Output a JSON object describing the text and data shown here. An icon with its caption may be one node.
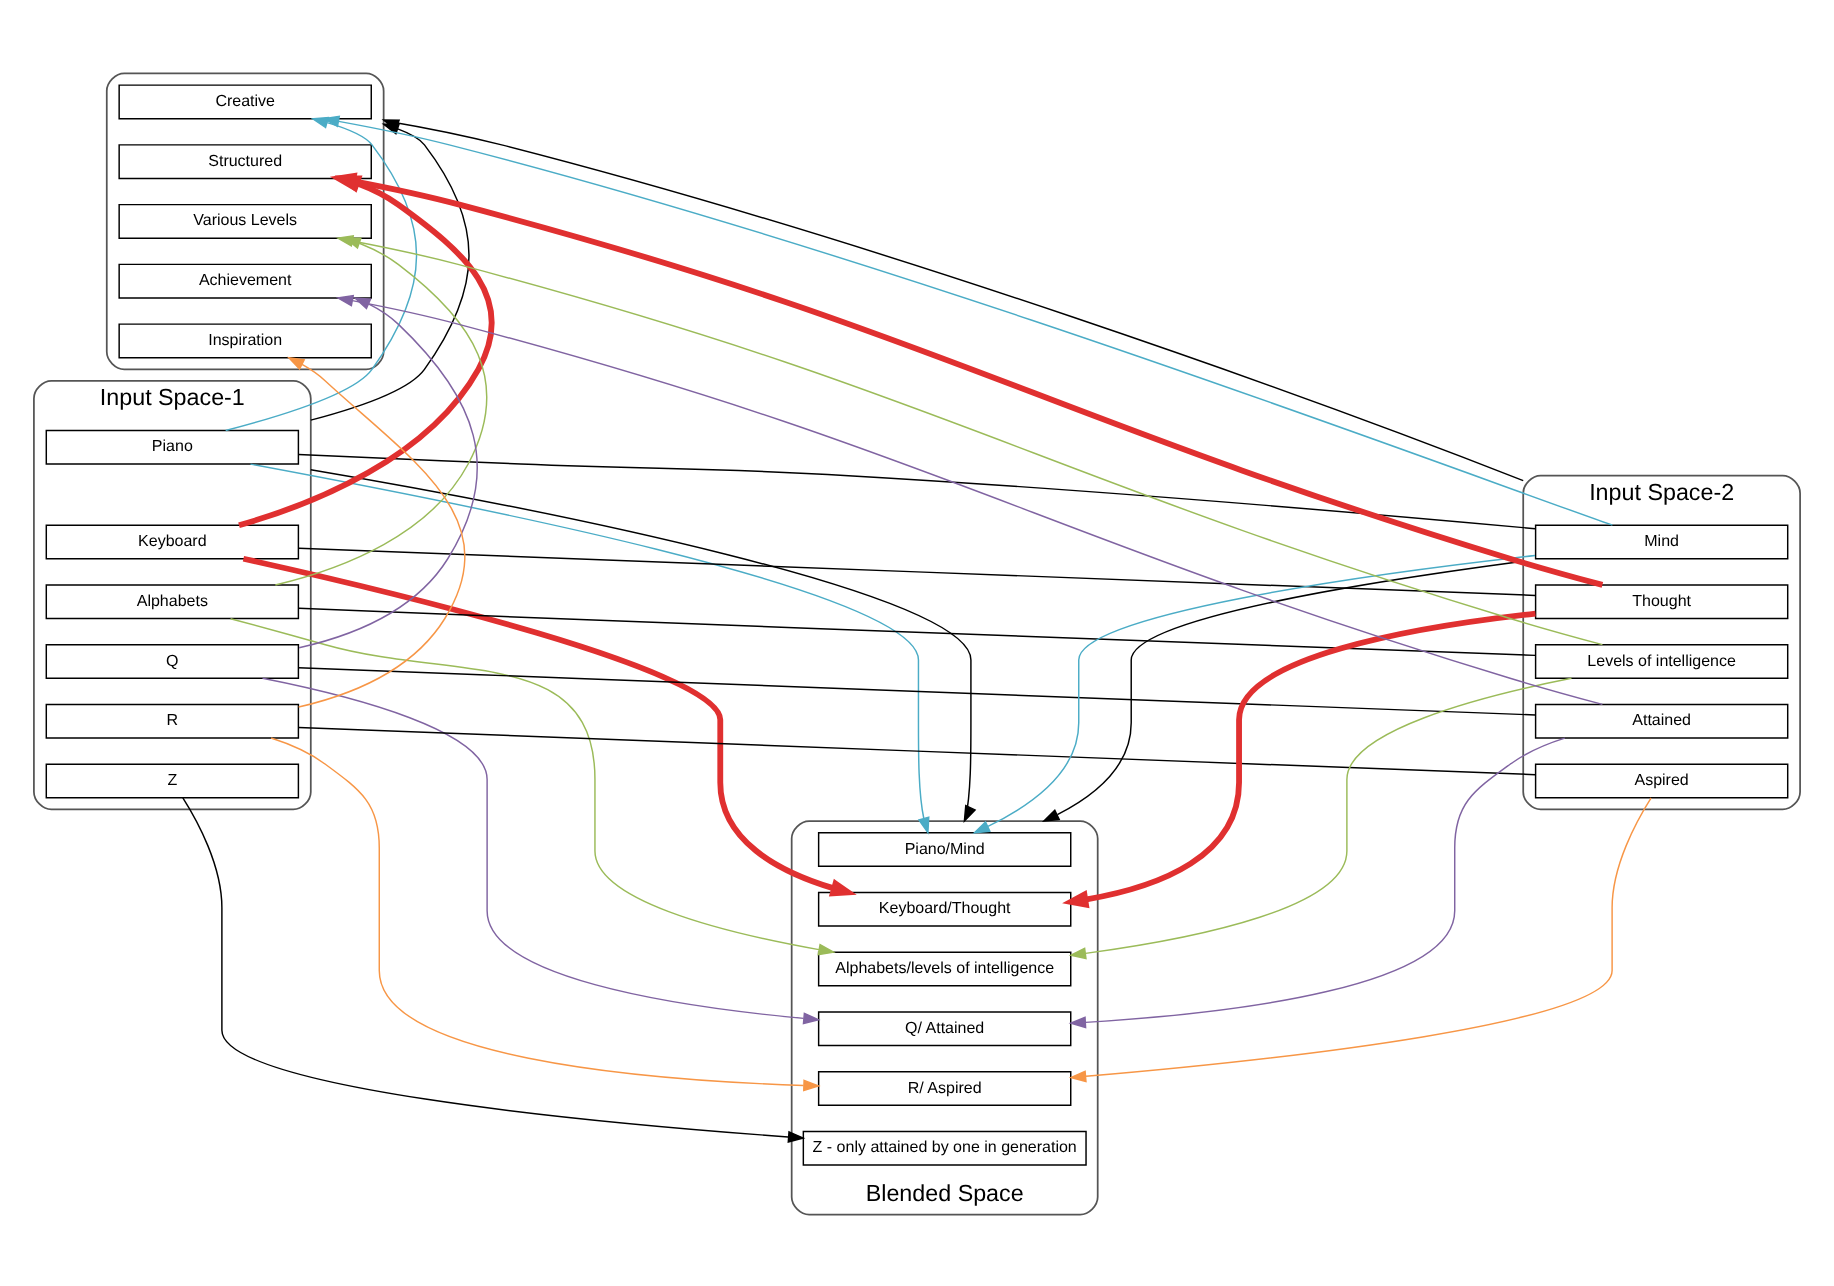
{
  "diagram": {
    "nodes": [
      {
        "text": [],
        "shape": "ellipse"
      },
      {
        "text": [
          "Creative"
        ],
        "in": 0
      },
      {
        "text": [
          "Structured"
        ],
        "in": 0
      },
      {
        "text": [
          "Various Levels"
        ],
        "in": 0
      },
      {
        "text": [
          "Achievement"
        ],
        "in": 0
      },
      {
        "text": [
          "Inspiration"
        ],
        "in": 0
      },
      {
        "text": [
          "Input Space-1"
        ]
      },
      {
        "text": [
          "Piano"
        ],
        "in": 6
      },
      {
        "text": [
          "Keyboard"
        ],
        "in": 6
      },
      {
        "text": [
          "Alphabets"
        ],
        "in": 6
      },
      {
        "text": [
          "Q"
        ],
        "in": 6
      },
      {
        "text": [
          "R"
        ],
        "in": 6
      },
      {
        "text": [
          "Z"
        ],
        "in": 6
      },
      {
        "text": [
          "Input Space-2"
        ]
      },
      {
        "text": [
          "Mind"
        ],
        "in": 13
      },
      {
        "text": [
          "Thought"
        ],
        "in": 13
      },
      {
        "text": [
          "Levels of intelligence"
        ],
        "in": 13
      },
      {
        "text": [
          "Attained"
        ],
        "in": 13
      },
      {
        "text": [
          "Aspired"
        ],
        "in": 13
      },
      {
        "text": [
          "Blended Space"
        ]
      },
      {
        "text": [
          "Piano/Mind"
        ],
        "in": 19
      },
      {
        "text": [
          "Keyboard/Thought"
        ],
        "in": 19
      },
      {
        "text": [
          "Alphabets/levels of intelligence"
        ],
        "in": 19
      },
      {
        "text": [
          "Q/ Attained"
        ],
        "in": 19
      },
      {
        "text": [
          "R/ Aspired"
        ],
        "in": 19
      },
      {
        "text": [
          "Z - only attained by one in generation"
        ],
        "in": 19
      }
    ],
    "edges": [
      {
        "from": 7,
        "to": 1,
        "arrow": "to",
        "color": "#4bacc6"
      },
      {
        "from": 7,
        "to": 20,
        "arrow": "to",
        "color": "#4bacc6"
      },
      {
        "from": 14,
        "to": 1,
        "arrow": "to",
        "color": "#4bacc6"
      },
      {
        "from": 14,
        "to": 20,
        "arrow": "to",
        "color": "#4bacc6"
      },
      {
        "from": 8,
        "to": 2,
        "arrow": "to",
        "color": "#e03030",
        "style": "thick"
      },
      {
        "from": 8,
        "to": 21,
        "arrow": "to",
        "color": "#e03030",
        "style": "thick"
      },
      {
        "from": 15,
        "to": 2,
        "arrow": "to",
        "color": "#e03030",
        "style": "thick"
      },
      {
        "from": 15,
        "to": 21,
        "arrow": "to",
        "color": "#e03030",
        "style": "thick"
      },
      {
        "from": 9,
        "to": 3,
        "arrow": "to",
        "color": "#9bbb59"
      },
      {
        "from": 9,
        "to": 22,
        "arrow": "to",
        "color": "#9bbb59"
      },
      {
        "from": 16,
        "to": 3,
        "arrow": "to",
        "color": "#9bbb59"
      },
      {
        "from": 16,
        "to": 22,
        "arrow": "to",
        "color": "#9bbb59"
      },
      {
        "from": 10,
        "to": 4,
        "arrow": "to",
        "color": "#8064a2"
      },
      {
        "from": 10,
        "to": 23,
        "arrow": "to",
        "color": "#8064a2"
      },
      {
        "from": 17,
        "to": 4,
        "arrow": "to",
        "color": "#8064a2"
      },
      {
        "from": 17,
        "to": 23,
        "arrow": "to",
        "color": "#8064a2"
      },
      {
        "from": 11,
        "to": 5,
        "arrow": "to",
        "color": "#f79646"
      },
      {
        "from": 11,
        "to": 24,
        "arrow": "to",
        "color": "#f79646"
      },
      {
        "from": 18,
        "to": 24,
        "arrow": "to",
        "color": "#f79646"
      },
      {
        "from": 12,
        "to": 25,
        "arrow": "to"
      },
      {
        "from": 7,
        "to": 14,
        "arrow": "none"
      },
      {
        "from": 8,
        "to": 15,
        "arrow": "none"
      },
      {
        "from": 9,
        "to": 16,
        "arrow": "none"
      },
      {
        "from": 10,
        "to": 17,
        "arrow": "none"
      },
      {
        "from": 11,
        "to": 18,
        "arrow": "none"
      },
      {
        "from": 6,
        "to": 0,
        "arrow": "to"
      },
      {
        "from": 13,
        "to": 0,
        "arrow": "to"
      },
      {
        "from": 6,
        "to": 19,
        "arrow": "to"
      },
      {
        "from": 13,
        "to": 19,
        "arrow": "to"
      }
    ]
  }
}
